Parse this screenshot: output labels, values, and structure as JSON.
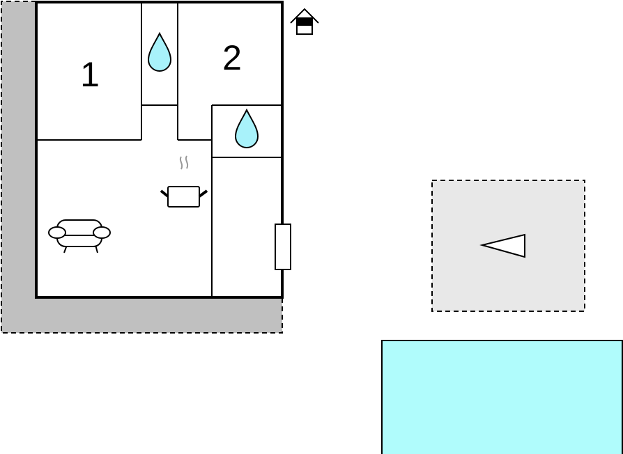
{
  "plan": {
    "rooms": [
      {
        "label": "1",
        "type": "bedroom"
      },
      {
        "label": "2",
        "type": "bedroom"
      }
    ],
    "icons": [
      "house-entrance-icon",
      "water-drop-icon",
      "cooking-pot-icon",
      "sofa-icon",
      "terrace-arrow-icon"
    ],
    "colors": {
      "wall": "#000000",
      "terrace_gray": "#c0c0c0",
      "patio": "#e8e8e8",
      "pool": "#b0fcfc",
      "water": "#a8f2fa"
    }
  }
}
